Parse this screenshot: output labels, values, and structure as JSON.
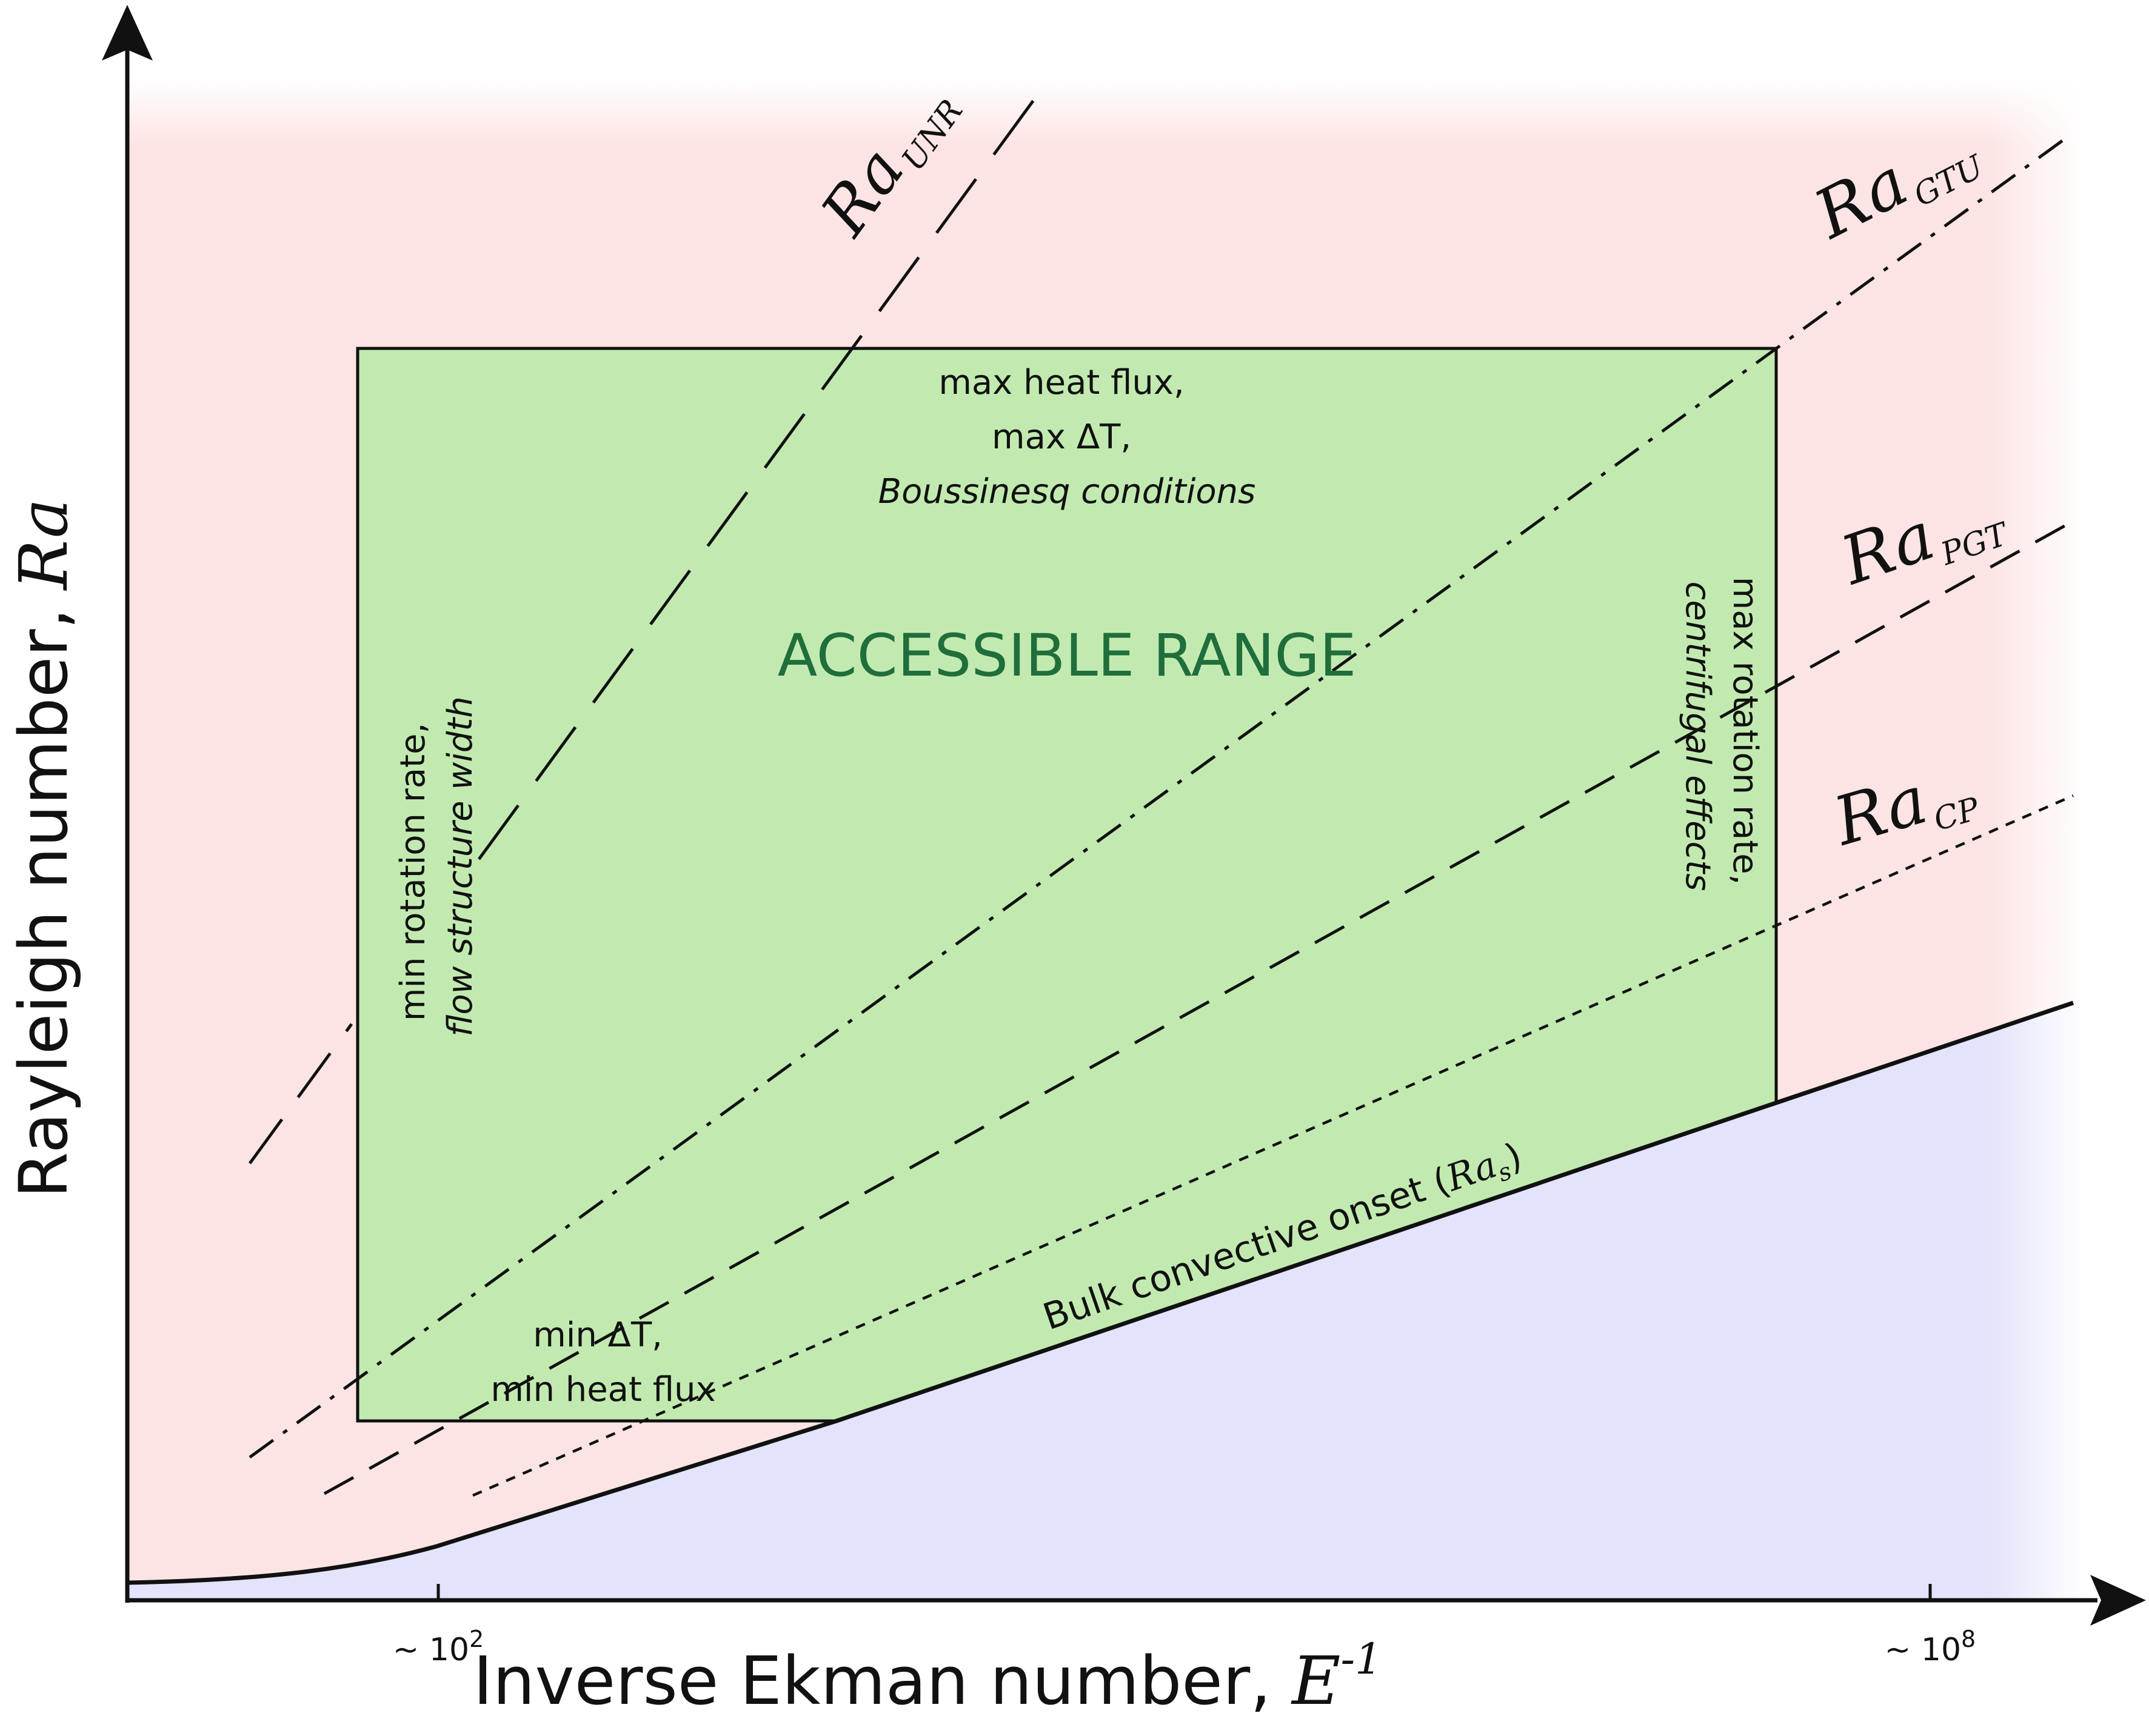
{
  "axes": {
    "x_label_text": "Inverse Ekman number,",
    "x_label_symbol": "E",
    "x_label_superscript": "-1",
    "y_label_text": "Rayleigh number,",
    "y_label_symbol": "Ra",
    "x_ticks": [
      {
        "prefix": "~ 10",
        "exponent": "2"
      },
      {
        "prefix": "~ 10",
        "exponent": "8"
      }
    ]
  },
  "region": {
    "title": "ACCESSIBLE RANGE",
    "top_lines": [
      "max heat flux,",
      "max ΔT,",
      "Boussinesq conditions"
    ],
    "bottom_lines": [
      "min ΔT,",
      "min heat flux"
    ],
    "left_lines": [
      "min rotation rate,",
      "flow structure width"
    ],
    "right_lines": [
      "max rotation rate,",
      "centrifugal effects"
    ]
  },
  "curves": {
    "unr": {
      "symbol": "Ra",
      "subscript": "UNR"
    },
    "gtu": {
      "symbol": "Ra",
      "subscript": "GTU"
    },
    "pgt": {
      "symbol": "Ra",
      "subscript": "PGT"
    },
    "cp": {
      "symbol": "Ra",
      "subscript": "CP"
    },
    "onset": {
      "text": "Bulk convective onset (",
      "symbol": "Ra",
      "subscript": "s",
      "suffix": ")"
    }
  },
  "colors": {
    "unstable_region": "#fde4e4",
    "stable_region": "#e3e3fb",
    "accessible_region": "#c2eab0",
    "accessible_title": "#1f6e3c",
    "lines": "#111111"
  }
}
